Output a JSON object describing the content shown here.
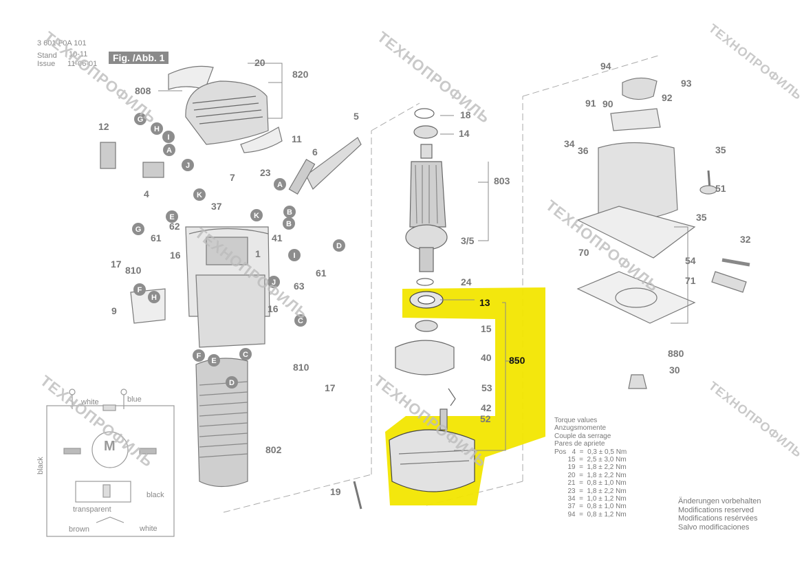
{
  "header": {
    "part_number": "3 601 F0A 101",
    "stand_label": "Stand",
    "stand_value": "10-11",
    "issue_label": "Issue",
    "issue_value": "11-06-01",
    "figure_label": "Fig. /Abb. 1"
  },
  "callouts": [
    {
      "id": "c820",
      "text": "820"
    },
    {
      "id": "c20",
      "text": "20"
    },
    {
      "id": "c808",
      "text": "808"
    },
    {
      "id": "c12",
      "text": "12"
    },
    {
      "id": "c11",
      "text": "11"
    },
    {
      "id": "c5",
      "text": "5"
    },
    {
      "id": "c6",
      "text": "6"
    },
    {
      "id": "c4",
      "text": "4"
    },
    {
      "id": "c7",
      "text": "7"
    },
    {
      "id": "c23",
      "text": "23"
    },
    {
      "id": "c37",
      "text": "37"
    },
    {
      "id": "c62",
      "text": "62"
    },
    {
      "id": "c61a",
      "text": "61"
    },
    {
      "id": "c41",
      "text": "41"
    },
    {
      "id": "c17a",
      "text": "17"
    },
    {
      "id": "c810a",
      "text": "810"
    },
    {
      "id": "c16a",
      "text": "16"
    },
    {
      "id": "c1",
      "text": "1"
    },
    {
      "id": "c63",
      "text": "63"
    },
    {
      "id": "c61b",
      "text": "61"
    },
    {
      "id": "c9",
      "text": "9"
    },
    {
      "id": "c16b",
      "text": "16"
    },
    {
      "id": "c810b",
      "text": "810"
    },
    {
      "id": "c17b",
      "text": "17"
    },
    {
      "id": "c802",
      "text": "802"
    },
    {
      "id": "c18",
      "text": "18"
    },
    {
      "id": "c14",
      "text": "14"
    },
    {
      "id": "c803",
      "text": "803"
    },
    {
      "id": "c35slash",
      "text": "3/5"
    },
    {
      "id": "c24",
      "text": "24"
    },
    {
      "id": "c13",
      "text": "13"
    },
    {
      "id": "c15",
      "text": "15"
    },
    {
      "id": "c40",
      "text": "40"
    },
    {
      "id": "c850",
      "text": "850"
    },
    {
      "id": "c53",
      "text": "53"
    },
    {
      "id": "c42",
      "text": "42"
    },
    {
      "id": "c52",
      "text": "52"
    },
    {
      "id": "c19",
      "text": "19"
    },
    {
      "id": "c94",
      "text": "94"
    },
    {
      "id": "c93",
      "text": "93"
    },
    {
      "id": "c91",
      "text": "91"
    },
    {
      "id": "c90",
      "text": "90"
    },
    {
      "id": "c92",
      "text": "92"
    },
    {
      "id": "c34",
      "text": "34"
    },
    {
      "id": "c36",
      "text": "36"
    },
    {
      "id": "c35a",
      "text": "35"
    },
    {
      "id": "c51",
      "text": "51"
    },
    {
      "id": "c35b",
      "text": "35"
    },
    {
      "id": "c32",
      "text": "32"
    },
    {
      "id": "c70",
      "text": "70"
    },
    {
      "id": "c54",
      "text": "54"
    },
    {
      "id": "c71",
      "text": "71"
    },
    {
      "id": "c880",
      "text": "880"
    },
    {
      "id": "c30",
      "text": "30"
    }
  ],
  "connector_badges": [
    "G",
    "H",
    "I",
    "A",
    "J",
    "K",
    "E",
    "G",
    "B",
    "K",
    "B",
    "I",
    "J",
    "F",
    "H",
    "D",
    "C",
    "F",
    "E",
    "C",
    "D",
    "A"
  ],
  "wiring": {
    "white_top": "white",
    "blue": "blue",
    "black_left": "black",
    "black_right": "black",
    "transparent": "transparent",
    "brown": "brown",
    "white_bottom": "white",
    "motor": "M"
  },
  "torque": {
    "heading": [
      "Torque values",
      "Anzugsmomente",
      "Couple da serrage",
      "Pares de apriete"
    ],
    "rows": [
      "Pos   4  =  0,3 ± 0,5 Nm",
      "       15  =  2,5 ± 3,0 Nm",
      "       19  =  1,8 ± 2,2 Nm",
      "       20  =  1,8 ± 2,2 Nm",
      "       21  =  0,8 ± 1,0 Nm",
      "       23  =  1,8 ± 2,2 Nm",
      "       34  =  1,0 ± 1,2 Nm",
      "       37  =  0,8 ± 1,0 Nm",
      "       94  =  0,8 ± 1,2 Nm"
    ]
  },
  "notes": [
    "Änderungen vorbehalten",
    "Modifications reserved",
    "Modifications resérvées",
    "Salvo modificaciones"
  ],
  "watermark": "ТЕХНОПРОФИЛЬ",
  "colors": {
    "highlight": "#f2e600",
    "line": "#8a8a8a",
    "badge": "#8d8d8d",
    "callout_bold": "#111111"
  }
}
